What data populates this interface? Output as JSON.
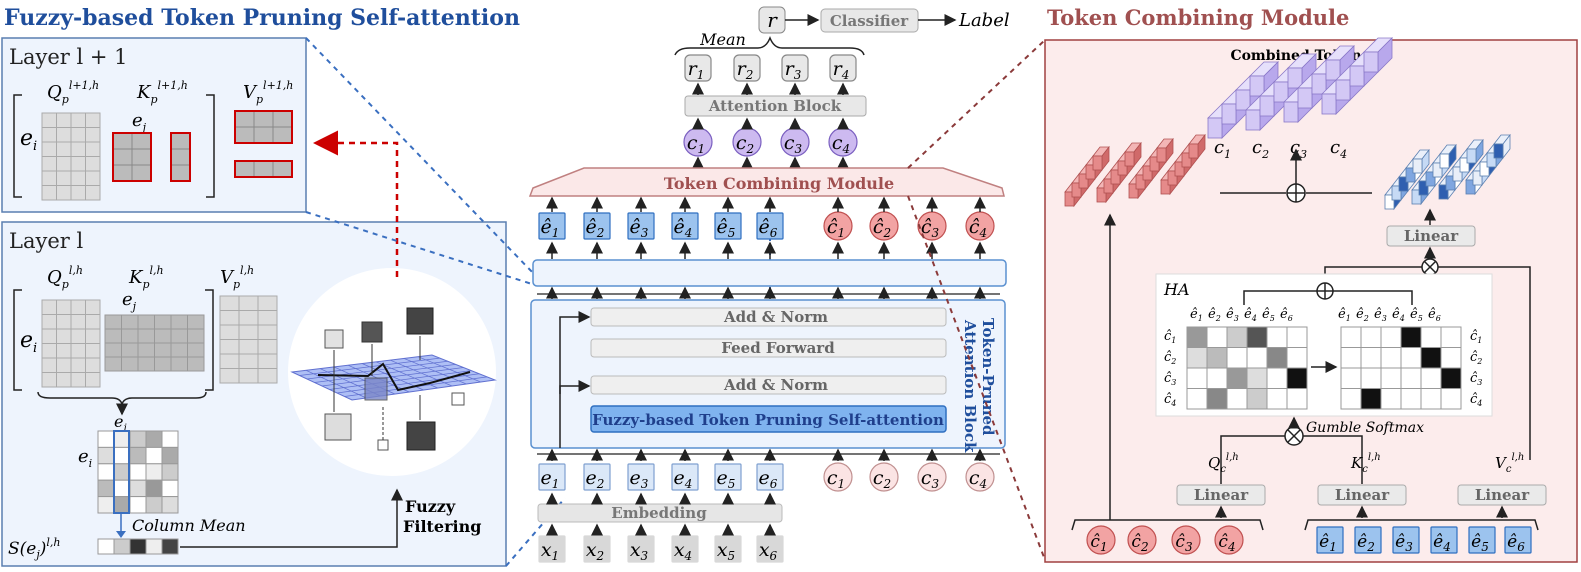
{
  "left": {
    "title": "Fuzzy-based Token Pruning Self-attention",
    "layer_top": "Layer l + 1",
    "layer_bottom": "Layer  l",
    "q_top": "Q",
    "k_top": "K",
    "v_top": "V",
    "sup_top": "l+1,h",
    "sub_p": "p",
    "q_bot": "Q",
    "k_bot": "K",
    "v_bot": "V",
    "sup_bot": "l,h",
    "ei": "e",
    "ei_sub": "i",
    "ej": "e",
    "ej_sub": "j",
    "column_mean": "Column Mean",
    "score": "S(e",
    "score_tail": ")",
    "fuzzy1": "Fuzzy",
    "fuzzy2": "Filtering"
  },
  "center": {
    "r": "r",
    "classifier": "Classifier",
    "label": "Label",
    "mean": "Mean",
    "r_tokens": [
      "r",
      "r",
      "r",
      "r"
    ],
    "r_subs": [
      "1",
      "2",
      "3",
      "4"
    ],
    "attention_block": "Attention Block",
    "c_tokens": [
      "c",
      "c",
      "c",
      "c"
    ],
    "c_subs": [
      "1",
      "2",
      "3",
      "4"
    ],
    "tcm": "Token Combining Module",
    "ehat_tokens": [
      "ê",
      "ê",
      "ê",
      "ê",
      "ê",
      "ê"
    ],
    "ehat_subs": [
      "1",
      "2",
      "3",
      "4",
      "5",
      "6"
    ],
    "chat_tokens": [
      "ĉ",
      "ĉ",
      "ĉ",
      "ĉ"
    ],
    "add_norm_top": "Add & Norm",
    "feed_forward": "Feed Forward",
    "add_norm_bot": "Add & Norm",
    "fuzzy_sa": "Fuzzy-based Token Pruning Self-attention",
    "block_label1": "Token-Pruned",
    "block_label2": "Attention Block",
    "e_tokens": [
      "e",
      "e",
      "e",
      "e",
      "e",
      "e"
    ],
    "embedding": "Embedding",
    "x_tokens": [
      "x",
      "x",
      "x",
      "x",
      "x",
      "x"
    ]
  },
  "right": {
    "title": "Token Combining Module",
    "combined_token": "Combined Token",
    "c_labels": [
      "c",
      "c",
      "c",
      "c"
    ],
    "linear": "Linear",
    "ha": "HA",
    "gumble": "Gumble Softmax",
    "qc": "Q",
    "kc": "K",
    "vc": "V",
    "c_sub": "c",
    "sup": "l,h",
    "ehat_cols": [
      "ê",
      "ê",
      "ê",
      "ê",
      "ê",
      "ê"
    ],
    "chat_rows": [
      "ĉ",
      "ĉ",
      "ĉ",
      "ĉ"
    ]
  },
  "colors": {
    "blue_title": "#1f4e9c",
    "red_title": "#a05050",
    "blue_fill": "#eef4fd",
    "pink_fill": "#fcecec",
    "token_blue": "#9cc3ee",
    "token_red": "#f2a3a3",
    "token_purple": "#cdbaf0"
  }
}
